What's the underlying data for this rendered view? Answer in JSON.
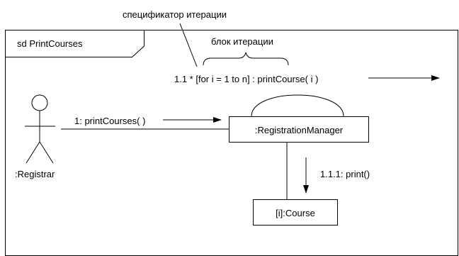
{
  "annotations": {
    "iteration_specifier": "спецификатор итерации",
    "iteration_block": "блок итерации"
  },
  "frame": {
    "title": "sd PrintCourses"
  },
  "messages": {
    "iteration": "1.1 * [for i = 1 to n] : printCourse( i )",
    "print_courses": "1: printCourses( )",
    "print": "1.1.1: print()"
  },
  "lifelines": {
    "actor": ":Registrar",
    "manager": ":RegistrationManager",
    "course": "[i]:Course"
  }
}
